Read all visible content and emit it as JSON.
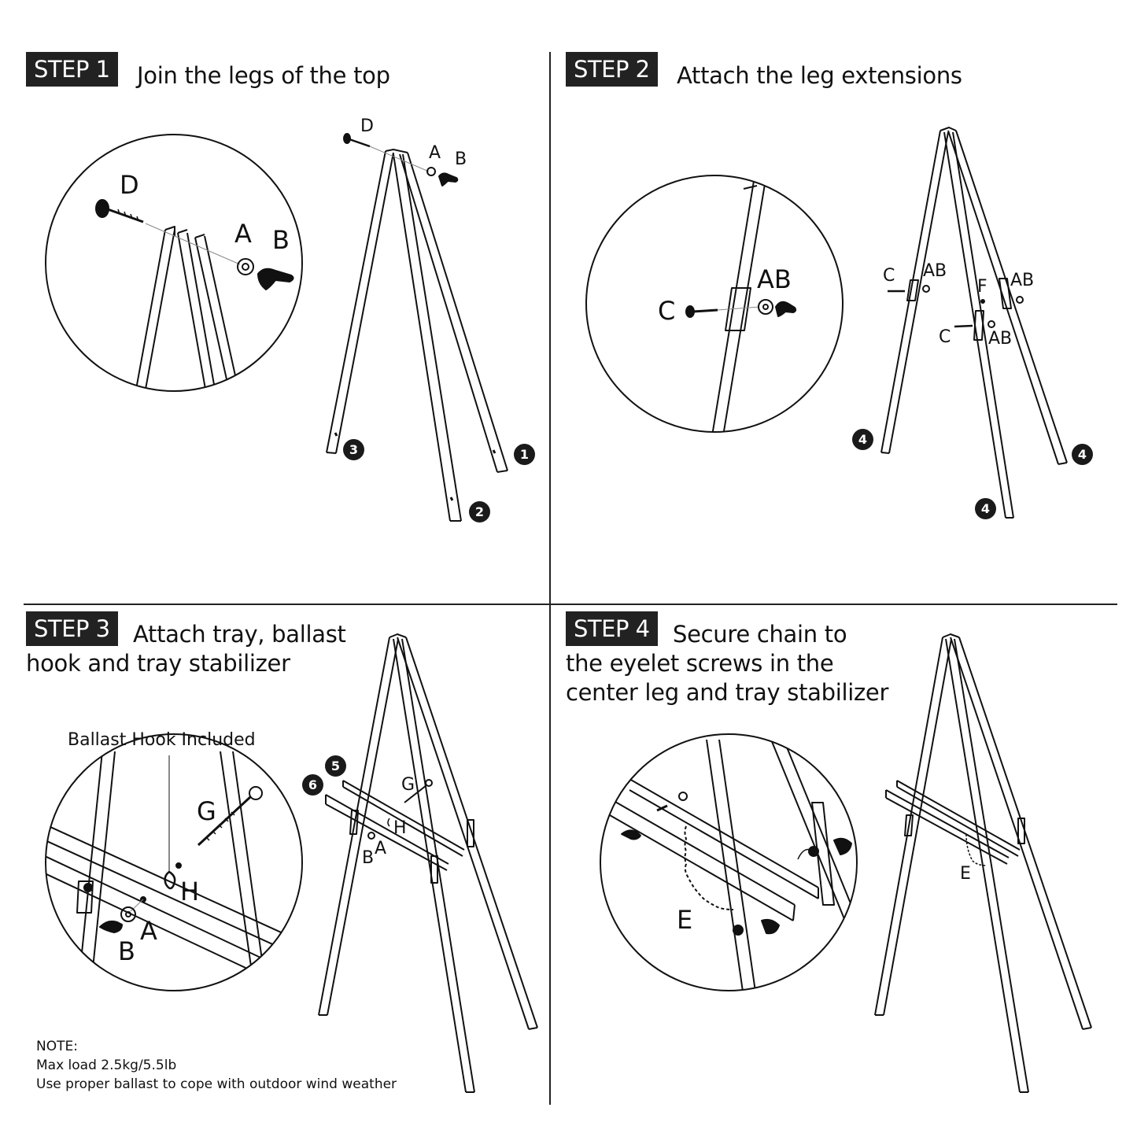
{
  "steps": [
    {
      "badge": "STEP 1",
      "title": "Join the legs of the top"
    },
    {
      "badge": "STEP 2",
      "title": "Attach the leg extensions"
    },
    {
      "badge": "STEP 3",
      "title_line1": "Attach tray, ballast",
      "title_line2": "hook and tray stabilizer"
    },
    {
      "badge": "STEP 4",
      "title_line1": "Secure chain to",
      "title_line2": "the eyelet screws in the",
      "title_line3": "center leg and tray stabilizer"
    }
  ],
  "parts": {
    "A": "A",
    "B": "B",
    "C": "C",
    "D": "D",
    "E": "E",
    "F": "F",
    "G": "G",
    "H": "H",
    "AB": "AB"
  },
  "leg_numbers": {
    "one": "1",
    "two": "2",
    "three": "3",
    "four": "4",
    "five": "5",
    "six": "6"
  },
  "ballast_caption": "Ballast Hook Included",
  "note": {
    "heading": "NOTE:",
    "line1": "Max load 2.5kg/5.5lb",
    "line2": "Use proper ballast to cope with outdoor wind weather"
  },
  "colors": {
    "ink": "#111111",
    "badge_bg": "#222222",
    "badge_text": "#ffffff",
    "background": "#ffffff"
  },
  "icons": [
    "screw-icon",
    "washer-icon",
    "wing-nut-icon",
    "eyelet-screw-icon",
    "ballast-hook-icon",
    "chain-icon"
  ]
}
